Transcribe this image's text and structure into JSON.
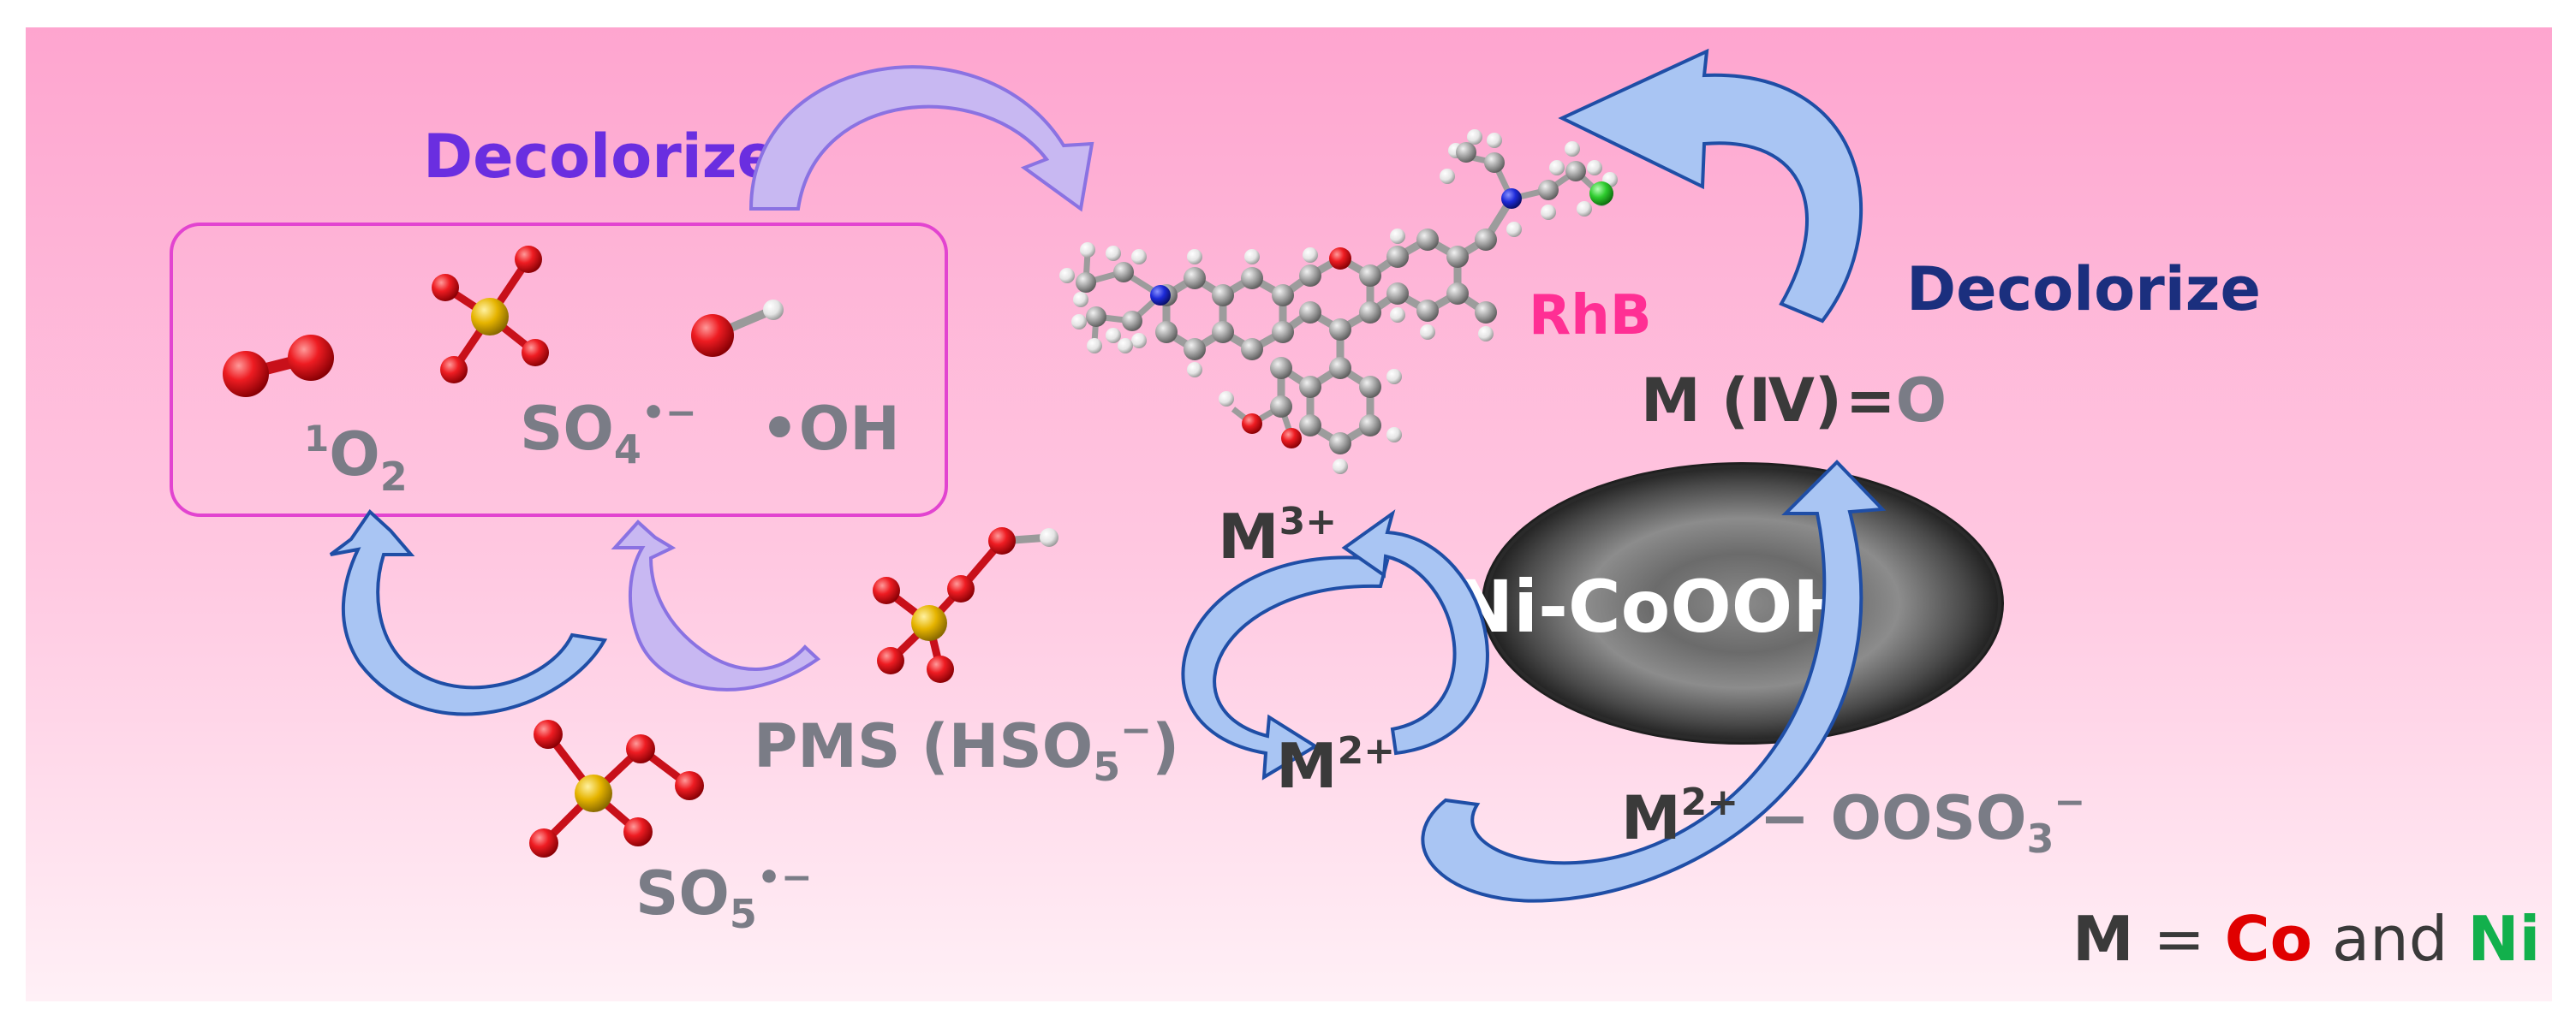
{
  "labels": {
    "decolorize_left": "Decolorize",
    "decolorize_right": "Decolorize",
    "singlet_oxygen_sup": "1",
    "singlet_oxygen_base": "O",
    "singlet_oxygen_sub": "2",
    "sulfate_base": "SO",
    "sulfate_sub": "4",
    "sulfate_sup": "•−",
    "hydroxyl": "•OH",
    "rhb": "RhB",
    "m_iv_o_left": "M (Ⅳ)",
    "m_iv_o_eq": "=",
    "m_iv_o_o": "O",
    "m3_base": "M",
    "m3_sup": "3+",
    "m2_base": "M",
    "m2_sup": "2+",
    "catalyst": "Ni-CoOOH",
    "pms_main": "PMS (HSO",
    "pms_sub": "5",
    "pms_sup": "−",
    "pms_close": ")",
    "complex_base": "M",
    "complex_sup": "2+",
    "complex_rest": " − OOSO",
    "complex_sub": "3",
    "complex_sup2": "−",
    "so5_base": "SO",
    "so5_sub": "5",
    "so5_sup": "•−",
    "legend_m": "M",
    "legend_eq": " = ",
    "legend_co": "Co",
    "legend_and": " and ",
    "legend_ni": "Ni"
  },
  "colors": {
    "background_top": "#fea5cf",
    "background_bottom": "#fff0f6",
    "decolorize_left": "#6a2ee0",
    "decolorize_right": "#1b2f7e",
    "species_text": "#7a7c86",
    "rhb": "#ff2f94",
    "metal_text": "#3a3a3a",
    "legend_co": "#e00000",
    "legend_ni": "#12b04c",
    "box_border": "#e244d0",
    "arrow_fill": "#a9c5f3",
    "arrow_stroke": "#1f4ea6",
    "arrow_purple_fill": "#c8b8f2",
    "arrow_purple_stroke": "#8a72e2",
    "oxygen_atom": "#e8141a",
    "sulfur_atom": "#e2b300",
    "carbon_atom": "#a8a8a8",
    "nitrogen_atom": "#1d2ad8",
    "chloride_atom": "#2ecc2e"
  }
}
